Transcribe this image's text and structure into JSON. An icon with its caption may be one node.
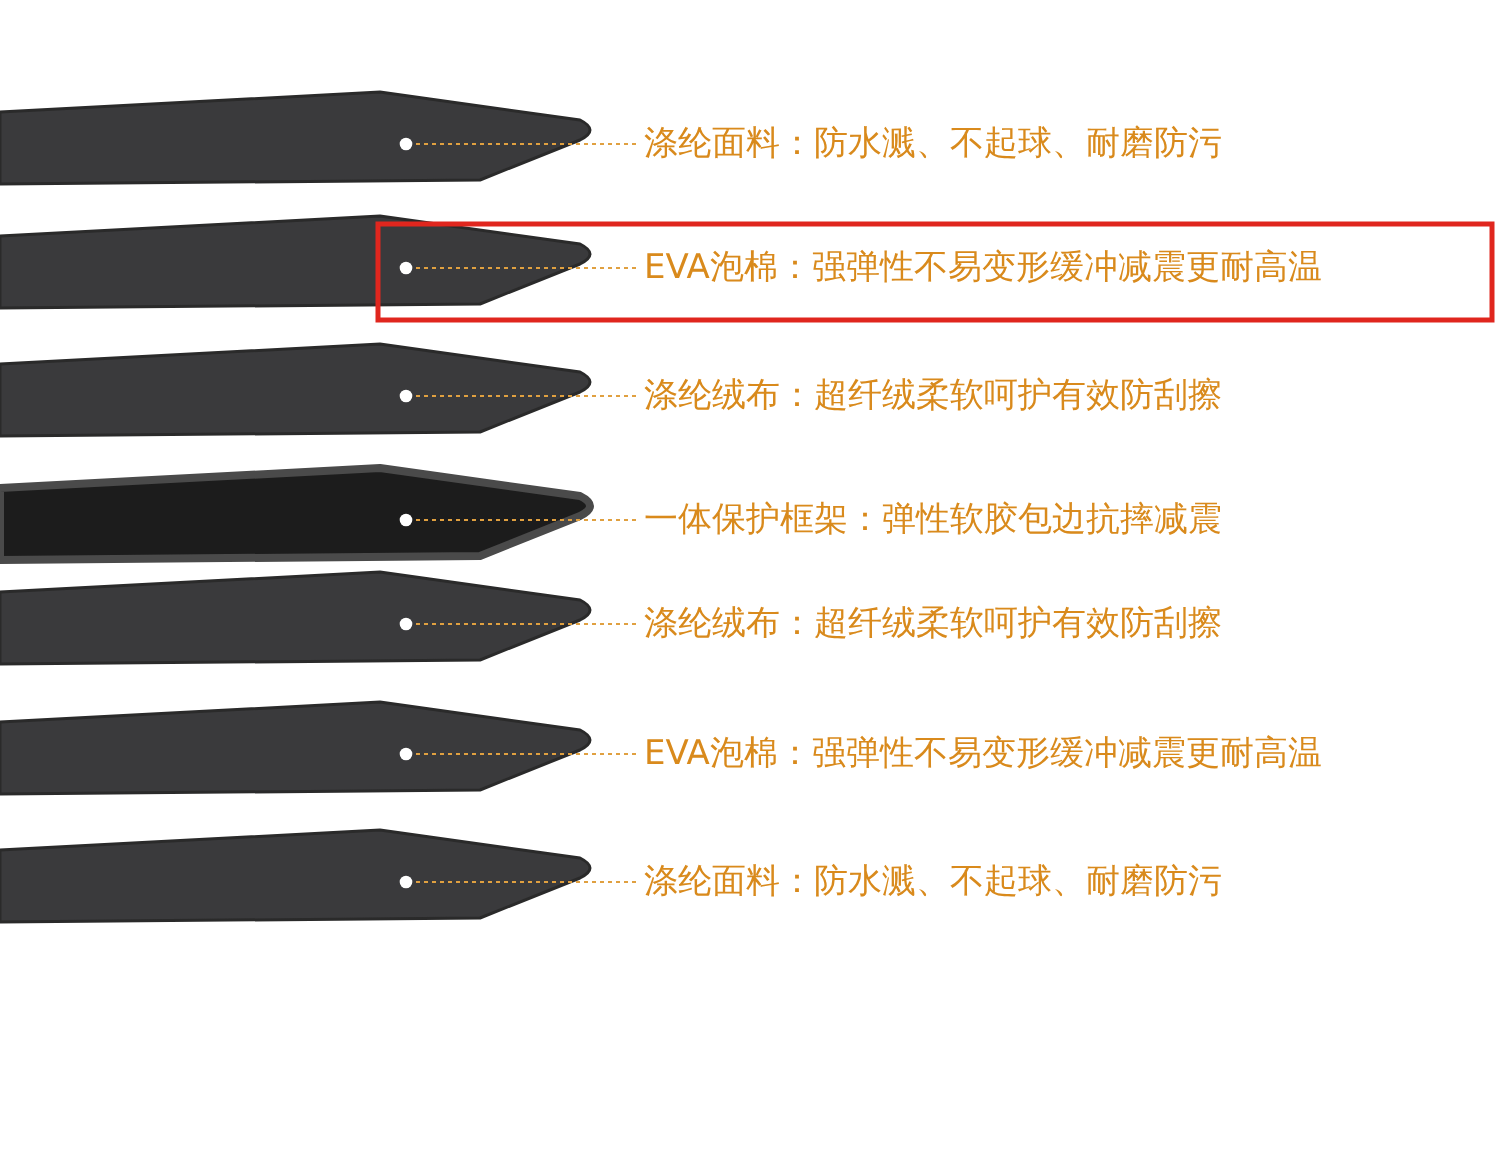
{
  "diagram": {
    "nodes": [
      {
        "text": [],
        "shape": "picture"
      },
      {
        "text": [],
        "shape": "picture"
      },
      {
        "text": [],
        "shape": "picture"
      },
      {
        "text": [],
        "shape": "picture"
      },
      {
        "text": [],
        "shape": "picture"
      },
      {
        "text": [],
        "shape": "picture"
      },
      {
        "text": [],
        "shape": "picture"
      },
      {
        "text": [
          "涤纶面料：防水溅、不起球、耐磨防污"
        ]
      },
      {
        "text": [
          "EVA泡棉：强弹性不易变形缓冲减震更耐高温"
        ]
      },
      {
        "text": [
          "涤纶绒布：超纤绒柔软呵护有效防刮擦"
        ]
      },
      {
        "text": [
          "一体保护框架：弹性软胶包边抗摔减震"
        ]
      },
      {
        "text": [
          "涤纶绒布：超纤绒柔软呵护有效防刮擦"
        ]
      },
      {
        "text": [
          "EVA泡棉：强弹性不易变形缓冲减震更耐高温"
        ]
      },
      {
        "text": [
          "涤纶面料：防水溅、不起球、耐磨防污"
        ]
      }
    ],
    "edges": [
      {
        "from": 7,
        "to": 0,
        "arrow": "other"
      },
      {
        "from": 8,
        "to": 1,
        "arrow": "other"
      },
      {
        "from": 9,
        "to": 2,
        "arrow": "other"
      },
      {
        "from": 10,
        "to": 3,
        "arrow": "other"
      },
      {
        "from": 11,
        "to": 4,
        "arrow": "other"
      },
      {
        "from": 12,
        "to": 5,
        "arrow": "other"
      },
      {
        "from": 13,
        "to": 6,
        "arrow": "other"
      }
    ]
  }
}
